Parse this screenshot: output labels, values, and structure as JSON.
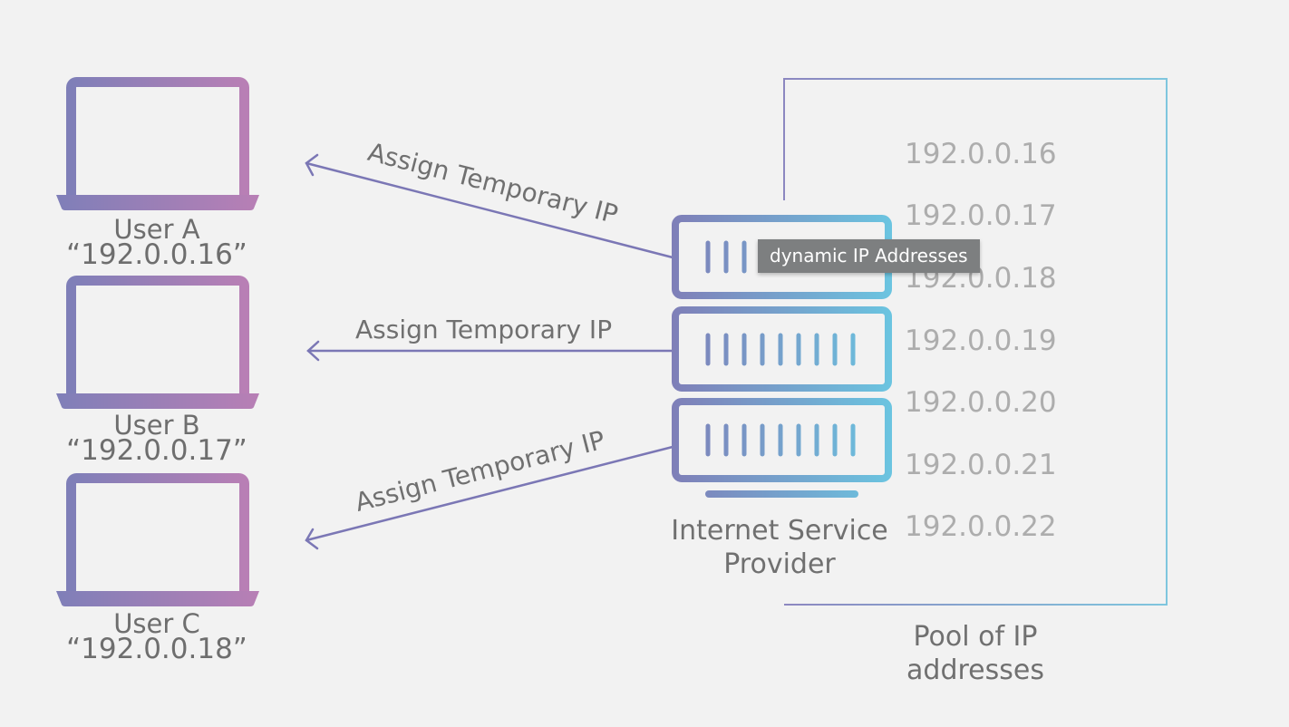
{
  "users": [
    {
      "name": "User A",
      "ip": "“192.0.0.16”"
    },
    {
      "name": "User B",
      "ip": "“192.0.0.17”"
    },
    {
      "name": "User C",
      "ip": "“192.0.0.18”"
    }
  ],
  "arrows": [
    {
      "label": "Assign Temporary IP"
    },
    {
      "label": "Assign Temporary IP"
    },
    {
      "label": "Assign Temporary IP"
    }
  ],
  "isp": {
    "label_line1": "Internet Service",
    "label_line2": "Provider"
  },
  "pool": {
    "ips": [
      "192.0.0.16",
      "192.0.0.17",
      "192.0.0.18",
      "192.0.0.19",
      "192.0.0.20",
      "192.0.0.21",
      "192.0.0.22"
    ],
    "label_line1": "Pool of IP",
    "label_line2": "addresses"
  },
  "tooltip": {
    "text": "dynamic IP Addresses"
  },
  "colors": {
    "laptop_start": "#7f7fb8",
    "laptop_end": "#b87fb5",
    "server_start": "#7f7fb8",
    "server_end": "#6bc4e0",
    "arrow": "#7b77b5",
    "pool_border": "#7fc6de"
  }
}
